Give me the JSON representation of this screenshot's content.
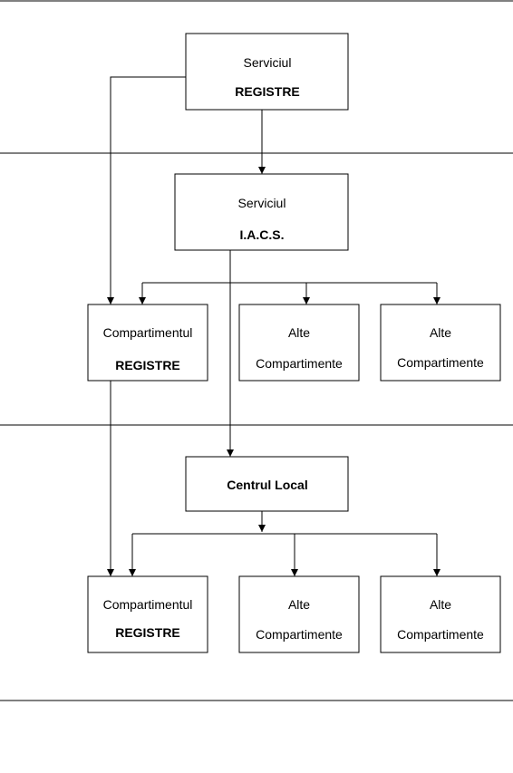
{
  "nodes": {
    "serviciu_registre": {
      "line1": "Serviciul",
      "line2": "REGISTRE"
    },
    "serviciu_iacs": {
      "line1": "Serviciul",
      "line2": "I.A.C.S."
    },
    "compartiment_registre_1": {
      "line1": "Compartimentul",
      "line2": "REGISTRE"
    },
    "alte_1a": {
      "line1": "Alte",
      "line2": "Compartimente"
    },
    "alte_1b": {
      "line1": "Alte",
      "line2": "Compartimente"
    },
    "centru_local": {
      "line1": "Centrul Local"
    },
    "compartiment_registre_2": {
      "line1": "Compartimentul",
      "line2": "REGISTRE"
    },
    "alte_2a": {
      "line1": "Alte",
      "line2": "Compartimente"
    },
    "alte_2b": {
      "line1": "Alte",
      "line2": "Compartimente"
    }
  },
  "colors": {
    "line": "#000000",
    "box_fill": "#ffffff",
    "background": "#ffffff"
  }
}
